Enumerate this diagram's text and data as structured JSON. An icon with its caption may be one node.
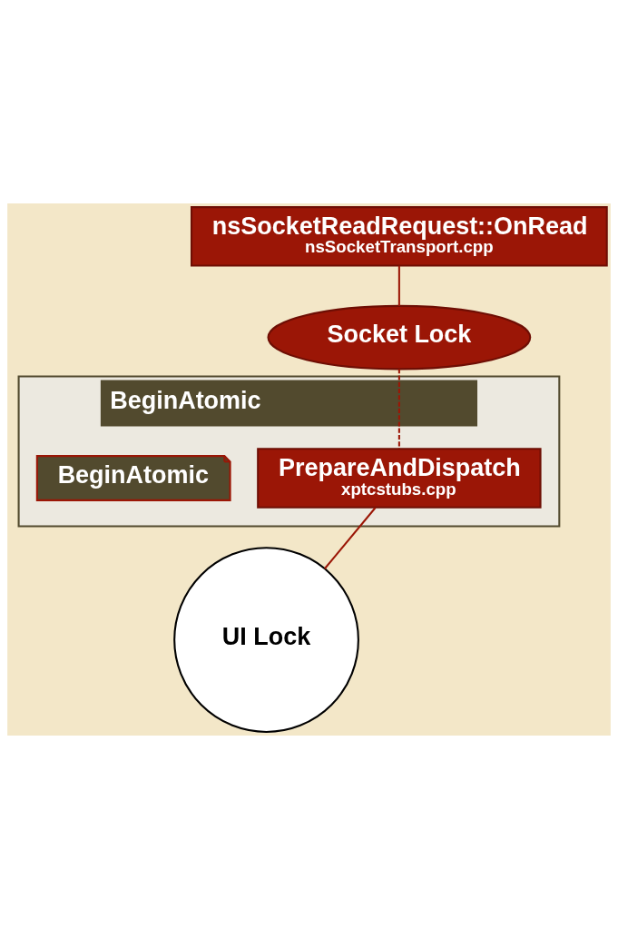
{
  "diagram": {
    "nodes": [
      {
        "text": [
          "nsSocketReadRequest::OnRead",
          "nsSocketTransport.cpp"
        ]
      },
      {
        "text": [
          "BeginAtomic"
        ]
      },
      {
        "text": [
          "Socket Lock"
        ]
      },
      {
        "text": [
          "PrepareAndDispatch",
          "xptcstubs.cpp"
        ],
        "in": 1
      },
      {
        "text": [
          "BeginAtomic"
        ],
        "in": 1
      },
      {
        "text": [
          "UI Lock"
        ]
      }
    ],
    "edges": [
      {
        "from": 0,
        "to": 2,
        "arrow": "none"
      },
      {
        "from": 2,
        "to": 3,
        "arrow": "none",
        "style": "dashed"
      },
      {
        "from": 3,
        "to": 5,
        "arrow": "none"
      }
    ]
  }
}
